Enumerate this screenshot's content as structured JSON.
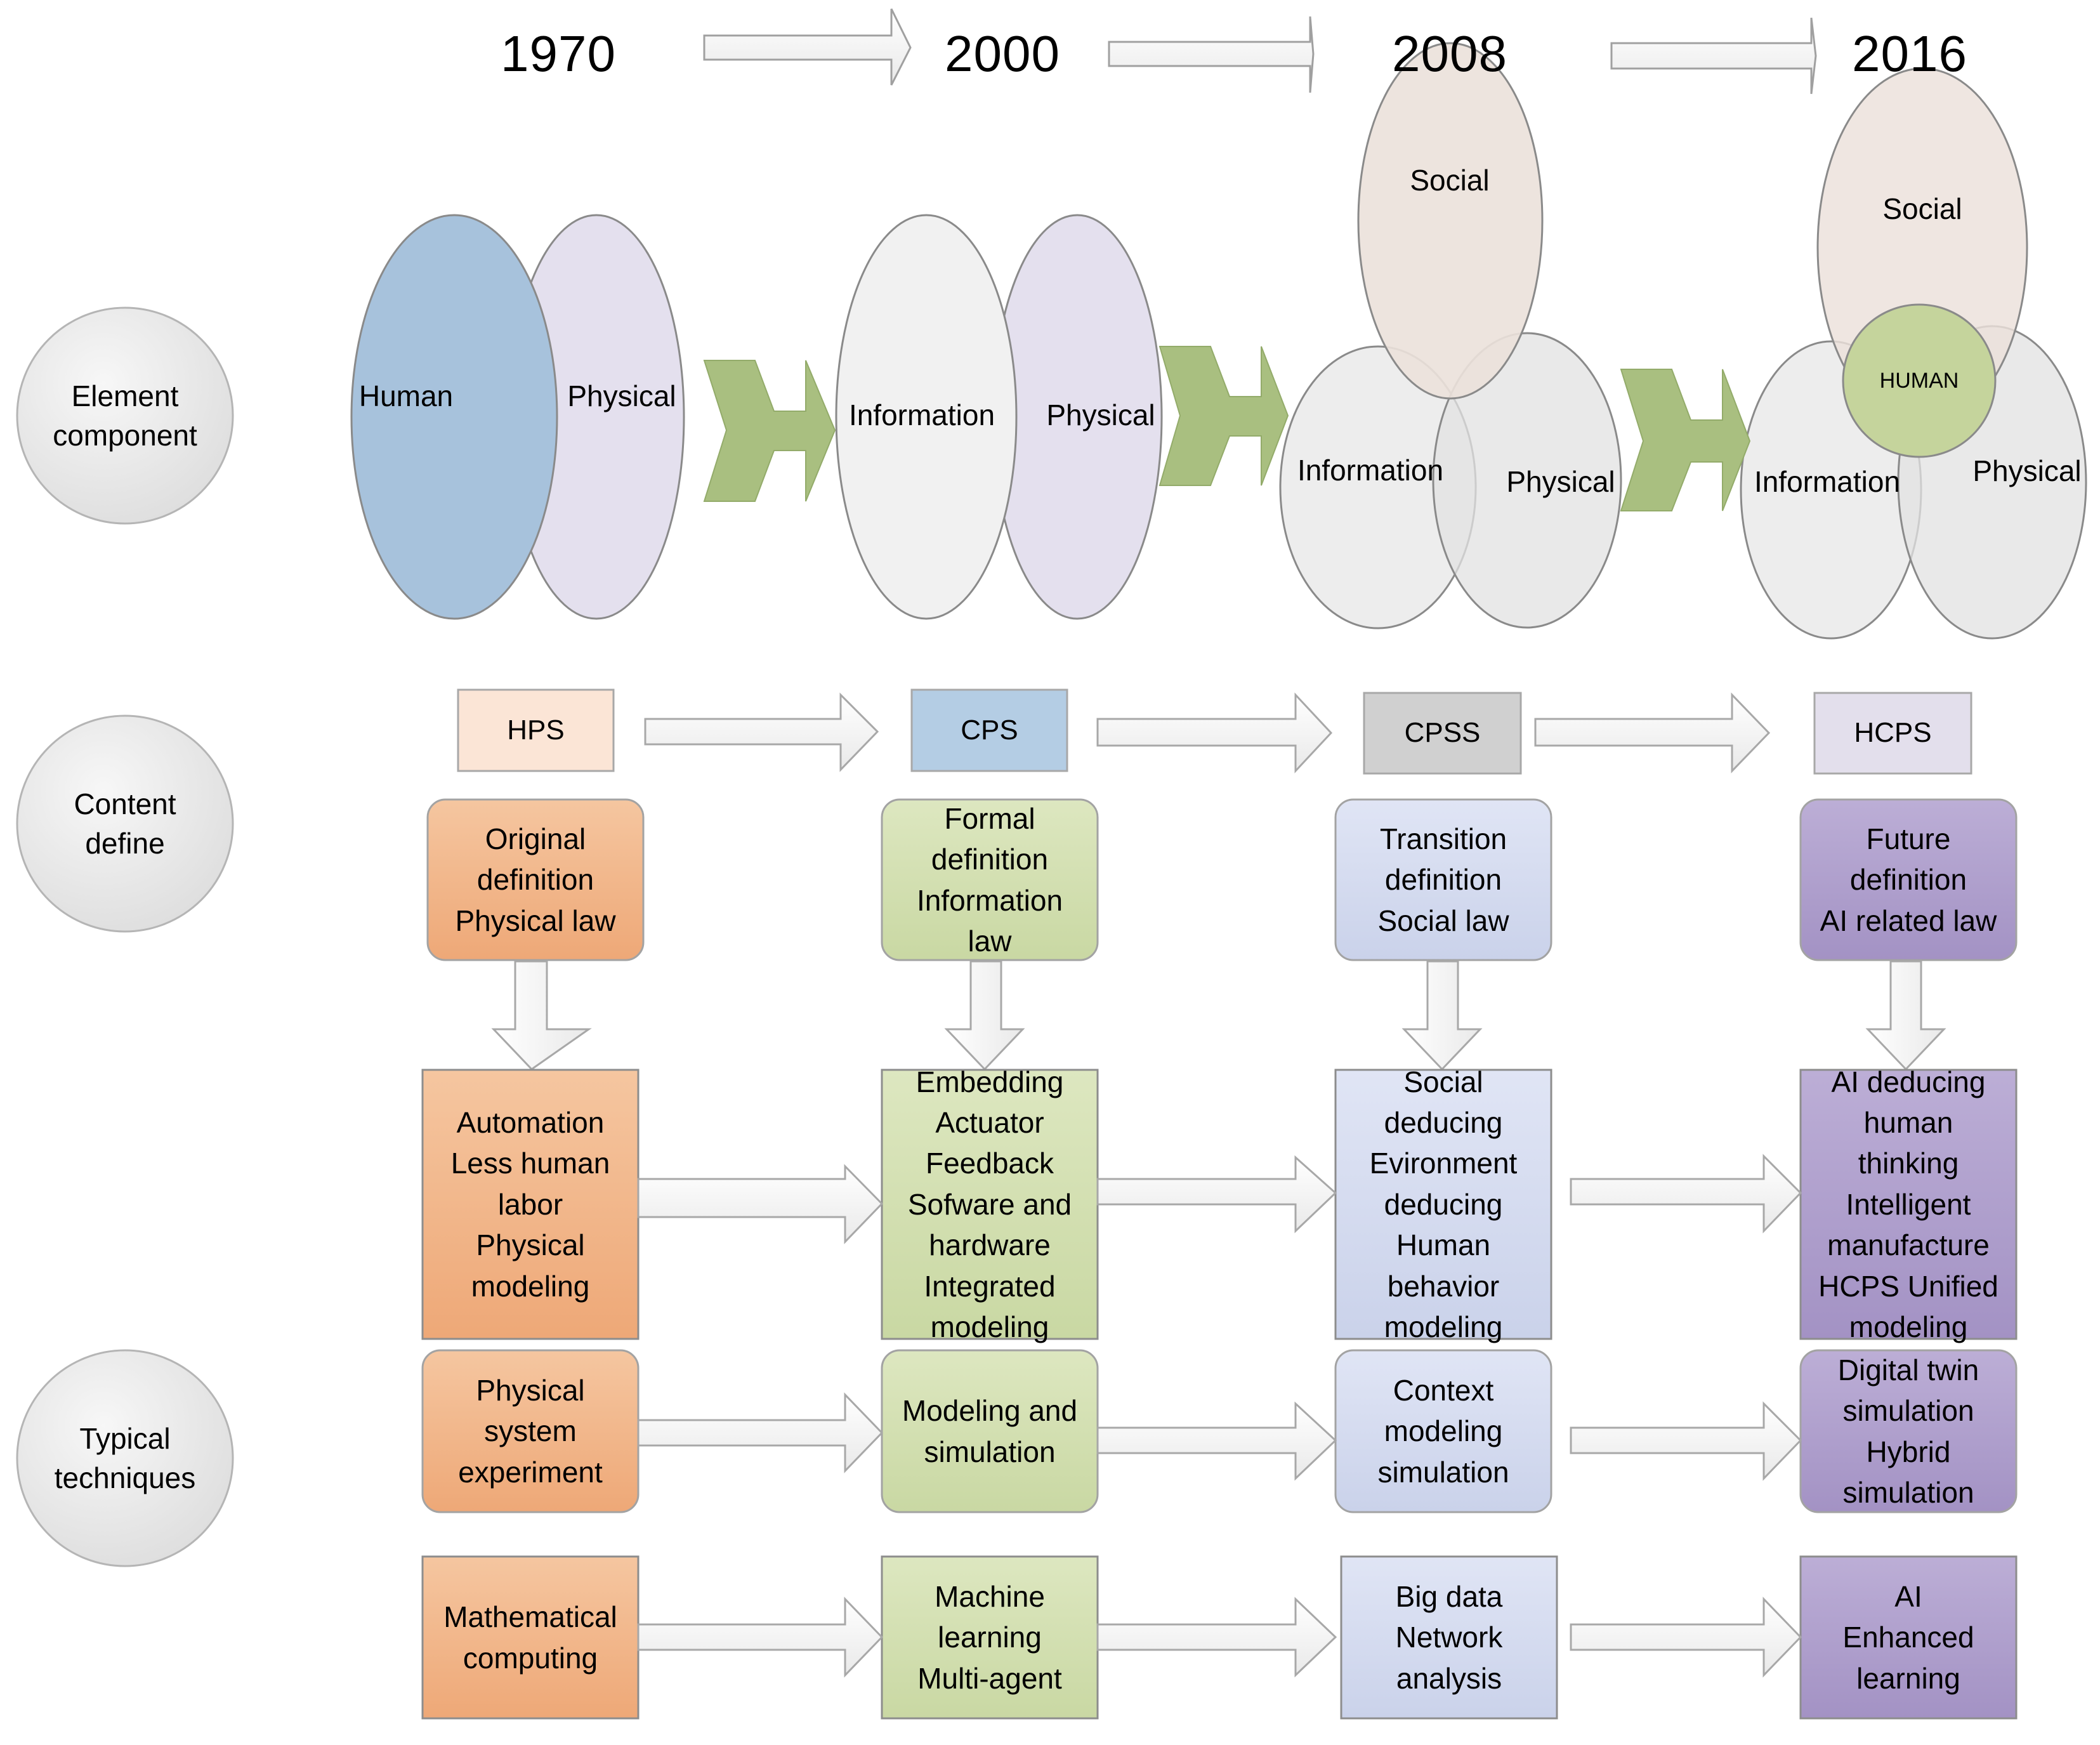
{
  "years": [
    "1970",
    "2000",
    "2008",
    "2016"
  ],
  "row_labels": {
    "element": "Element\ncomponent",
    "content": "Content\ndefine",
    "techniques": "Typical\ntechniques"
  },
  "elements": {
    "era1970": {
      "human": "Human",
      "physical": "Physical"
    },
    "era2000": {
      "information": "Information",
      "physical": "Physical"
    },
    "era2008": {
      "social": "Social",
      "information": "Information",
      "physical": "Physical"
    },
    "era2016": {
      "social": "Social",
      "human": "HUMAN",
      "information": "Information",
      "physical": "Physical"
    }
  },
  "systems": [
    "HPS",
    "CPS",
    "CPSS",
    "HCPS"
  ],
  "definitions": [
    "Original\ndefinition\nPhysical law",
    "Formal\ndefinition\nInformation\nlaw",
    "Transition\ndefinition\nSocial law",
    "Future\ndefinition\nAI related law"
  ],
  "content_details": [
    "Automation\nLess human\nlabor\nPhysical\nmodeling",
    "Embedding\nActuator\nFeedback\nSofware and\nhardware\nIntegrated\nmodeling",
    "Social\ndeducing\nEvironment\ndeducing\nHuman\nbehavior\nmodeling",
    "AI deducing\nhuman\nthinking\nIntelligent\nmanufacture\nHCPS Unified\nmodeling"
  ],
  "techniques_a": [
    "Physical\nsystem\nexperiment",
    "Modeling and\nsimulation",
    "Context\nmodeling\nsimulation",
    "Digital twin\nsimulation\nHybrid\nsimulation"
  ],
  "techniques_b": [
    "Mathematical\ncomputing",
    "Machine\nlearning\nMulti-agent",
    "Big data\nNetwork\nanalysis",
    "AI\nEnhanced\nlearning"
  ],
  "colors": {
    "human_blue": "#a7c2dc",
    "physical_lavender": "#e4e0ee",
    "info_gray": "#efefef",
    "social_beige": "#ebe1da",
    "human_green": "#c5d49c",
    "chevron_green": "#a9bf80",
    "hps_fill": "#fbe5d6",
    "cps_fill": "#b4cde4",
    "cpss_fill": "#d0d0d0",
    "hcps_fill": "#e3dfec",
    "orange_box": "#f2b585",
    "green_box": "#d5e1b4",
    "blue_box": "#d6dcef",
    "purple_box": "#b0a0cc"
  }
}
